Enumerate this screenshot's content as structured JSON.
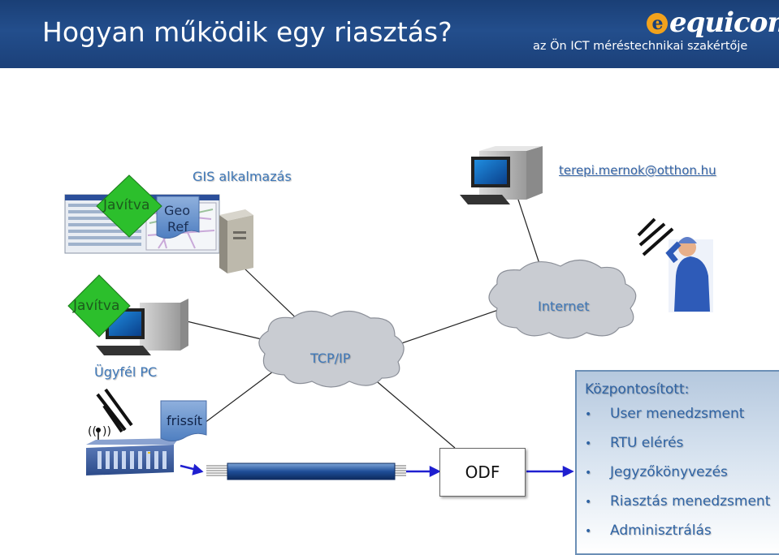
{
  "header": {
    "title": "Hogyan működik egy riasztás?",
    "logo_text": "equicom",
    "logo_mark": "e",
    "tagline": "az Ön ICT méréstechnikai szakértője"
  },
  "diagram": {
    "gis_label": "GIS alkalmazás",
    "javitva_top": "Javítva",
    "georef_line1": "Geo",
    "georef_line2": "Ref",
    "javitva_mid": "Javítva",
    "client_pc_label": "Ügyfél PC",
    "tcpip_label": "TCP/IP",
    "internet_label": "Internet",
    "email": "terepi.mernok@otthon.hu",
    "frissit": "frissít",
    "odf": "ODF"
  },
  "panel": {
    "heading": "Központosított:",
    "items": [
      "User menedzsment",
      "RTU elérés",
      "Jegyzőkönyvezés",
      "Riasztás menedzsment",
      "Adminisztrálás"
    ],
    "bullet": "•"
  },
  "colors": {
    "header_bg": "#1d4580",
    "label_blue": "#3f78b8",
    "diamond_green": "#2cbf2c",
    "cloud_gray": "#c9ccd2",
    "arrow_blue": "#1f1fd0"
  },
  "icons": [
    "computer-icon",
    "server-icon",
    "antenna-icon",
    "signal-waves-icon",
    "technician-icon",
    "rtu-device-icon",
    "fiber-cable-icon"
  ]
}
